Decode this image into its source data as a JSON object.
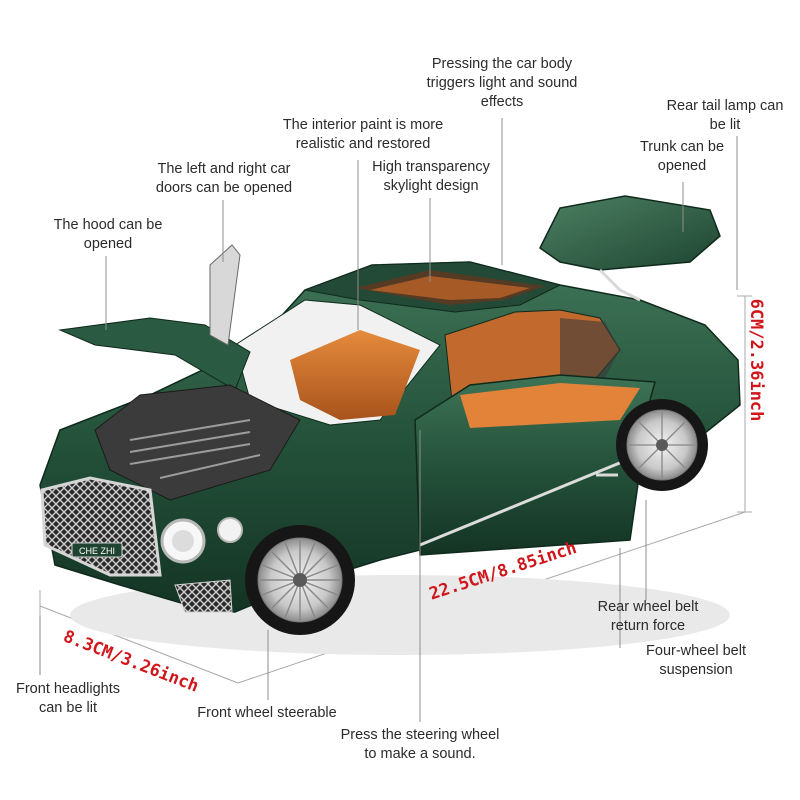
{
  "callouts": {
    "body_press": [
      "Pressing the car body",
      "triggers light and sound",
      "effects"
    ],
    "tail_lamp": [
      "Rear tail lamp can",
      "be lit"
    ],
    "interior": [
      "The interior paint is more",
      "realistic and restored"
    ],
    "trunk": [
      "Trunk can be",
      "opened"
    ],
    "doors": [
      "The left and right car",
      "doors can be opened"
    ],
    "skylight": [
      "High transparency",
      "skylight design"
    ],
    "hood": [
      "The hood can be",
      "opened"
    ],
    "rear_wheel": [
      "Rear wheel belt",
      "return force"
    ],
    "suspension": [
      "Four-wheel belt",
      "suspension"
    ],
    "headlights": [
      "Front headlights",
      "can be lit"
    ],
    "front_wheel": [
      "Front wheel steerable"
    ],
    "steering": [
      "Press the steering wheel",
      "to make a sound."
    ]
  },
  "dimensions": {
    "height": "6CM/2.36inch",
    "length": "22.5CM/8.85inch",
    "width": "8.3CM/3.26inch"
  },
  "plate_text": "CHE ZHI",
  "colors": {
    "body": "#1f4a33",
    "body_highlight": "#3f7457",
    "interior": "#d2772f",
    "dimension_text": "#d0161b",
    "guide_line": "#9a9a9a",
    "label_text": "#2b2b2b"
  }
}
